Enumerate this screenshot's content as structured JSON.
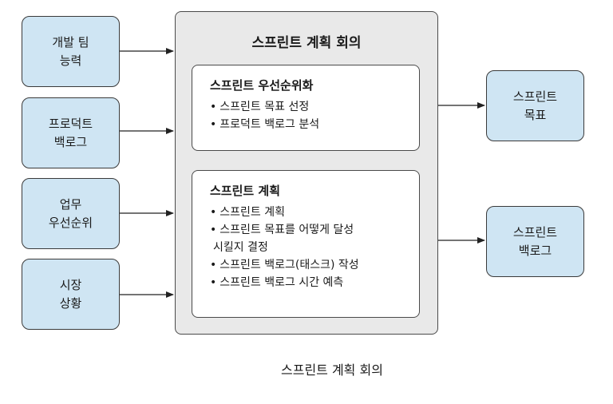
{
  "meeting": {
    "title": "스프린트 계획 회의",
    "prioritization": {
      "title": "스프린트 우선순위화",
      "bullets": [
        "스프린트 목표 선정",
        "프로덕트 백로그 분석"
      ]
    },
    "planning": {
      "title": "스프린트 계획",
      "bullets": [
        "스프린트 계획",
        "스프린트 목표를 어떻게 달성",
        "시킬지 결정",
        "스프린트 백로그(태스크) 작성",
        "스프린트 백로그 시간 예측"
      ]
    }
  },
  "inputs": [
    {
      "line1": "개발 팀",
      "line2": "능력"
    },
    {
      "line1": "프로덕트",
      "line2": "백로그"
    },
    {
      "line1": "업무",
      "line2": "우선순위"
    },
    {
      "line1": "시장",
      "line2": "상황"
    }
  ],
  "outputs": [
    {
      "line1": "스프린트",
      "line2": "목표"
    },
    {
      "line1": "스프린트",
      "line2": "백로그"
    }
  ],
  "caption": "스프린트 계획 회의"
}
